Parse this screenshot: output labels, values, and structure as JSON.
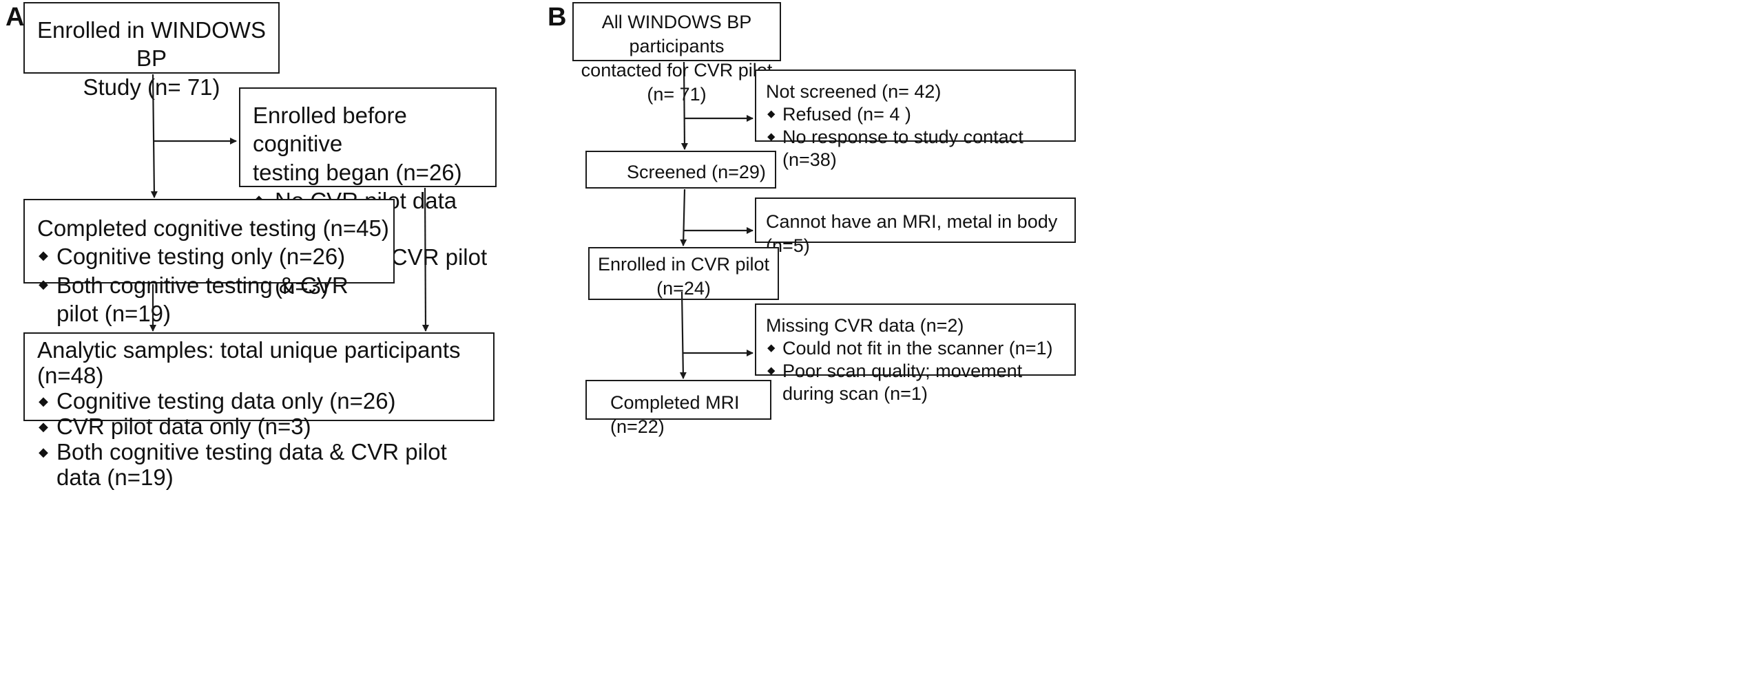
{
  "panel_a": {
    "letter": "A",
    "enrolled": {
      "line1": "Enrolled in WINDOWS BP",
      "line2": "Study (n= 71)"
    },
    "before_cog": {
      "line1": "Enrolled before cognitive",
      "line2": "testing began (n=26)",
      "items": [
        "No CVR pilot data (n=23)",
        "Completed CVR pilot (n=3)"
      ]
    },
    "completed_cog": {
      "title": "Completed cognitive testing (n=45)",
      "items": [
        "Cognitive testing only (n=26)",
        "Both cognitive testing & CVR pilot (n=19)"
      ]
    },
    "analytic": {
      "title": "Analytic samples: total unique participants (n=48)",
      "items": [
        "Cognitive testing data only (n=26)",
        "CVR pilot data only (n=3)",
        "Both cognitive testing data & CVR pilot data (n=19)"
      ]
    }
  },
  "panel_b": {
    "letter": "B",
    "contacted": {
      "line1": "All WINDOWS BP participants",
      "line2": "contacted for CVR pilot (n= 71)"
    },
    "not_screened": {
      "title": "Not screened (n= 42)",
      "items": [
        "Refused (n= 4 )",
        "No response to study contact (n=38)"
      ]
    },
    "screened": {
      "label": "Screened (n=29)"
    },
    "mri_excluded": {
      "label": "Cannot have an MRI, metal in body (n=5)"
    },
    "enrolled_cvr": {
      "line1": "Enrolled in CVR pilot",
      "line2": "(n=24)"
    },
    "missing_cvr": {
      "title": "Missing CVR data (n=2)",
      "items": [
        "Could not fit in the scanner (n=1)",
        "Poor scan quality; movement during scan (n=1)"
      ]
    },
    "completed_mri": {
      "label": "Completed MRI (n=22)"
    }
  },
  "bullet_glyph": "◆"
}
